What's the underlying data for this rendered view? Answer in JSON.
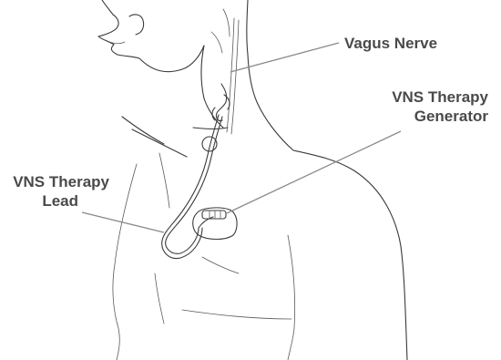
{
  "labels": {
    "vagus_nerve": "Vagus Nerve",
    "generator_line1": "VNS Therapy",
    "generator_line2": "Generator",
    "lead_line1": "VNS Therapy",
    "lead_line2": "Lead"
  },
  "colors": {
    "outline": "#3a3a3a",
    "leader": "#8a8a8a",
    "label_text": "#4a4a4a",
    "device_fill": "#ffffff"
  }
}
